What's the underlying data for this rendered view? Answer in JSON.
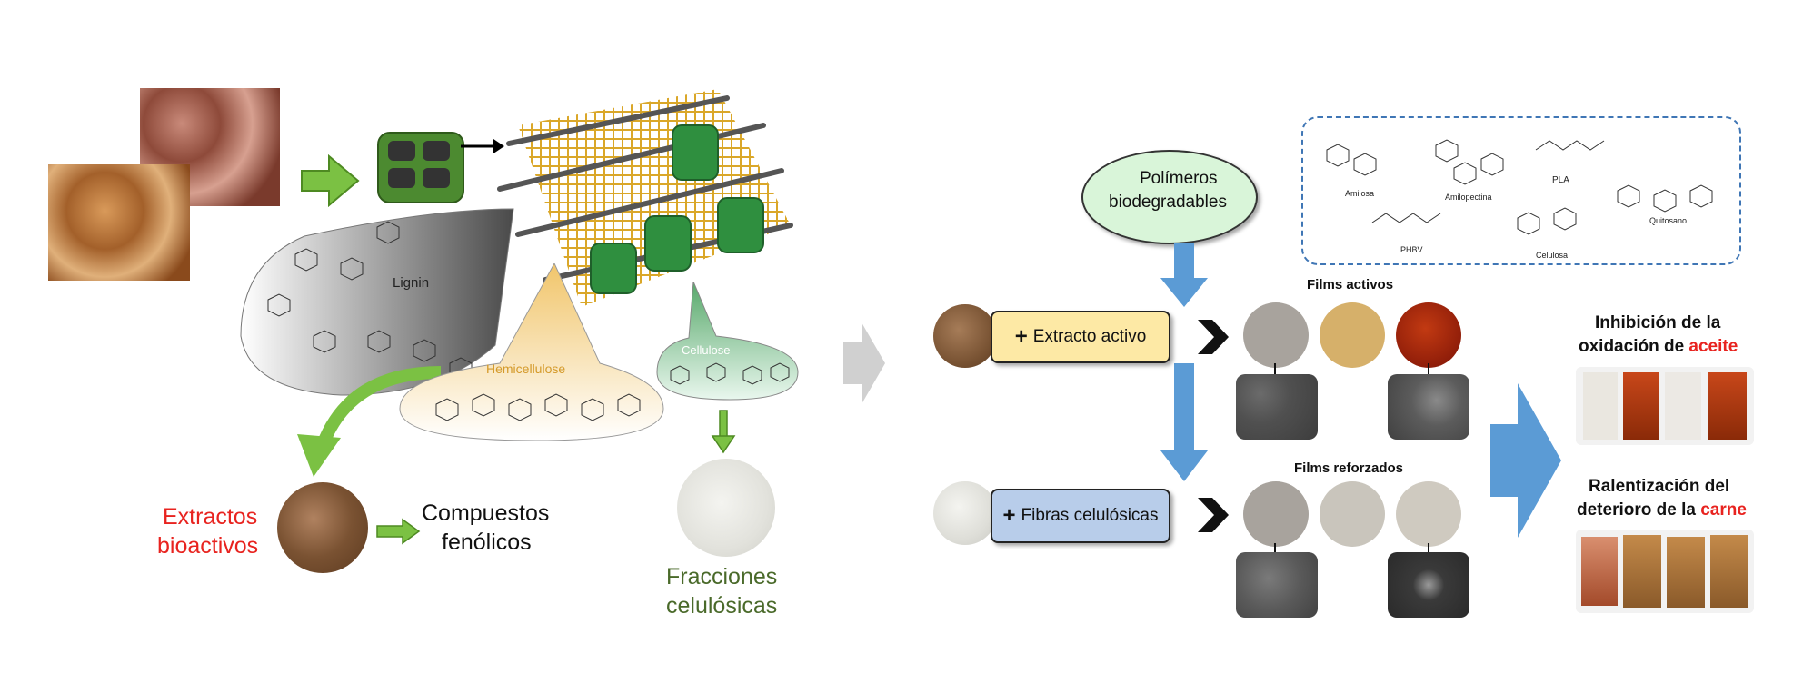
{
  "left": {
    "lignin_label": "Lignin",
    "hemicellulose_label": "Hemicellulose",
    "cellulose_label": "Cellulose",
    "extractos_line1": "Extractos",
    "extractos_line2": "bioactivos",
    "compuestos_line1": "Compuestos",
    "compuestos_line2": "fenólicos",
    "fracciones_line1": "Fracciones",
    "fracciones_line2": "celulósicas"
  },
  "right": {
    "polimeros_line1": "Polímeros",
    "polimeros_line2": "biodegradables",
    "structures": [
      "Amilosa",
      "Amilopectina",
      "PLA",
      "Quitosano",
      "PHBV",
      "Celulosa"
    ],
    "films_activos_title": "Films activos",
    "films_reforzados_title": "Films reforzados",
    "extracto_plus": "+",
    "extracto_label": "Extracto activo",
    "fibras_plus": "+",
    "fibras_label": "Fibras celulósicas",
    "inhibicion_line1": "Inhibición de la",
    "inhibicion_line2_prefix": "oxidación de ",
    "inhibicion_highlight": "aceite",
    "ralentizacion_line1": "Ralentización del",
    "ralentizacion_line2_prefix": "deterioro de la ",
    "ralentizacion_highlight": "carne"
  },
  "colors": {
    "red_text": "#e8231f",
    "green_text": "#4a6a2a",
    "hemicellulose": "#d49a2a",
    "cellulose": "#4f9f5f",
    "blue_arrow": "#5b9bd5",
    "green_arrow": "#7bc143",
    "grey_arrow": "#d0d0d0",
    "ellipse_fill": "#d9f5d9",
    "yellow_box": "#fde9a5",
    "blue_box": "#b8cdea"
  }
}
